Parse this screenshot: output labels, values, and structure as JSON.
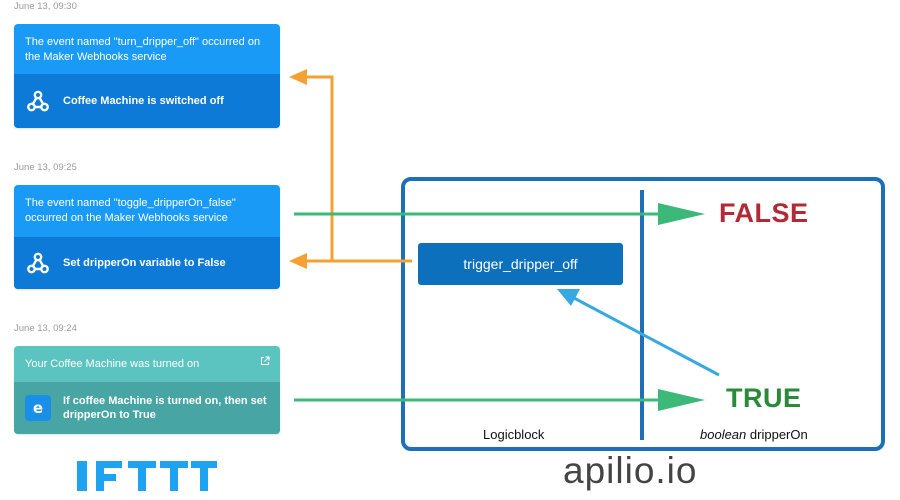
{
  "events": [
    {
      "timestamp": "June 13, 09:30",
      "message": "The event named \"turn_dripper_off\" occurred on the Maker Webhooks service",
      "action": "Coffee Machine is switched off",
      "icon": "webhooks-icon"
    },
    {
      "timestamp": "June 13, 09:25",
      "message": "The event named \"toggle_dripperOn_false\" occurred on the Maker Webhooks service",
      "action": "Set dripperOn variable to False",
      "icon": "webhooks-icon"
    },
    {
      "timestamp": "June 13, 09:24",
      "message": "Your Coffee Machine was turned on",
      "action": "If coffee Machine is turned on, then set dripperOn to True",
      "icon": "e-app-icon",
      "icon_letter": "e"
    }
  ],
  "logicblock": {
    "trigger_label": "trigger_dripper_off",
    "left_label": "Logicblock",
    "right_label_italic": "boolean",
    "right_label_rest": "dripperOn",
    "false_label": "FALSE",
    "true_label": "TRUE"
  },
  "brands": {
    "ifttt": "IFTTT",
    "apilio": "apilio.io"
  },
  "colors": {
    "card_blue_top": "#1a9af7",
    "card_blue_bottom": "#0c7ad6",
    "card_teal_top": "#5cc4c0",
    "card_teal_bottom": "#47a6a3",
    "box_border": "#1d6fb8",
    "arrow_orange": "#f5a033",
    "arrow_green": "#3cb878",
    "arrow_blue": "#37a8e0",
    "false_red": "#b32a35",
    "true_green": "#2a8a3a"
  }
}
